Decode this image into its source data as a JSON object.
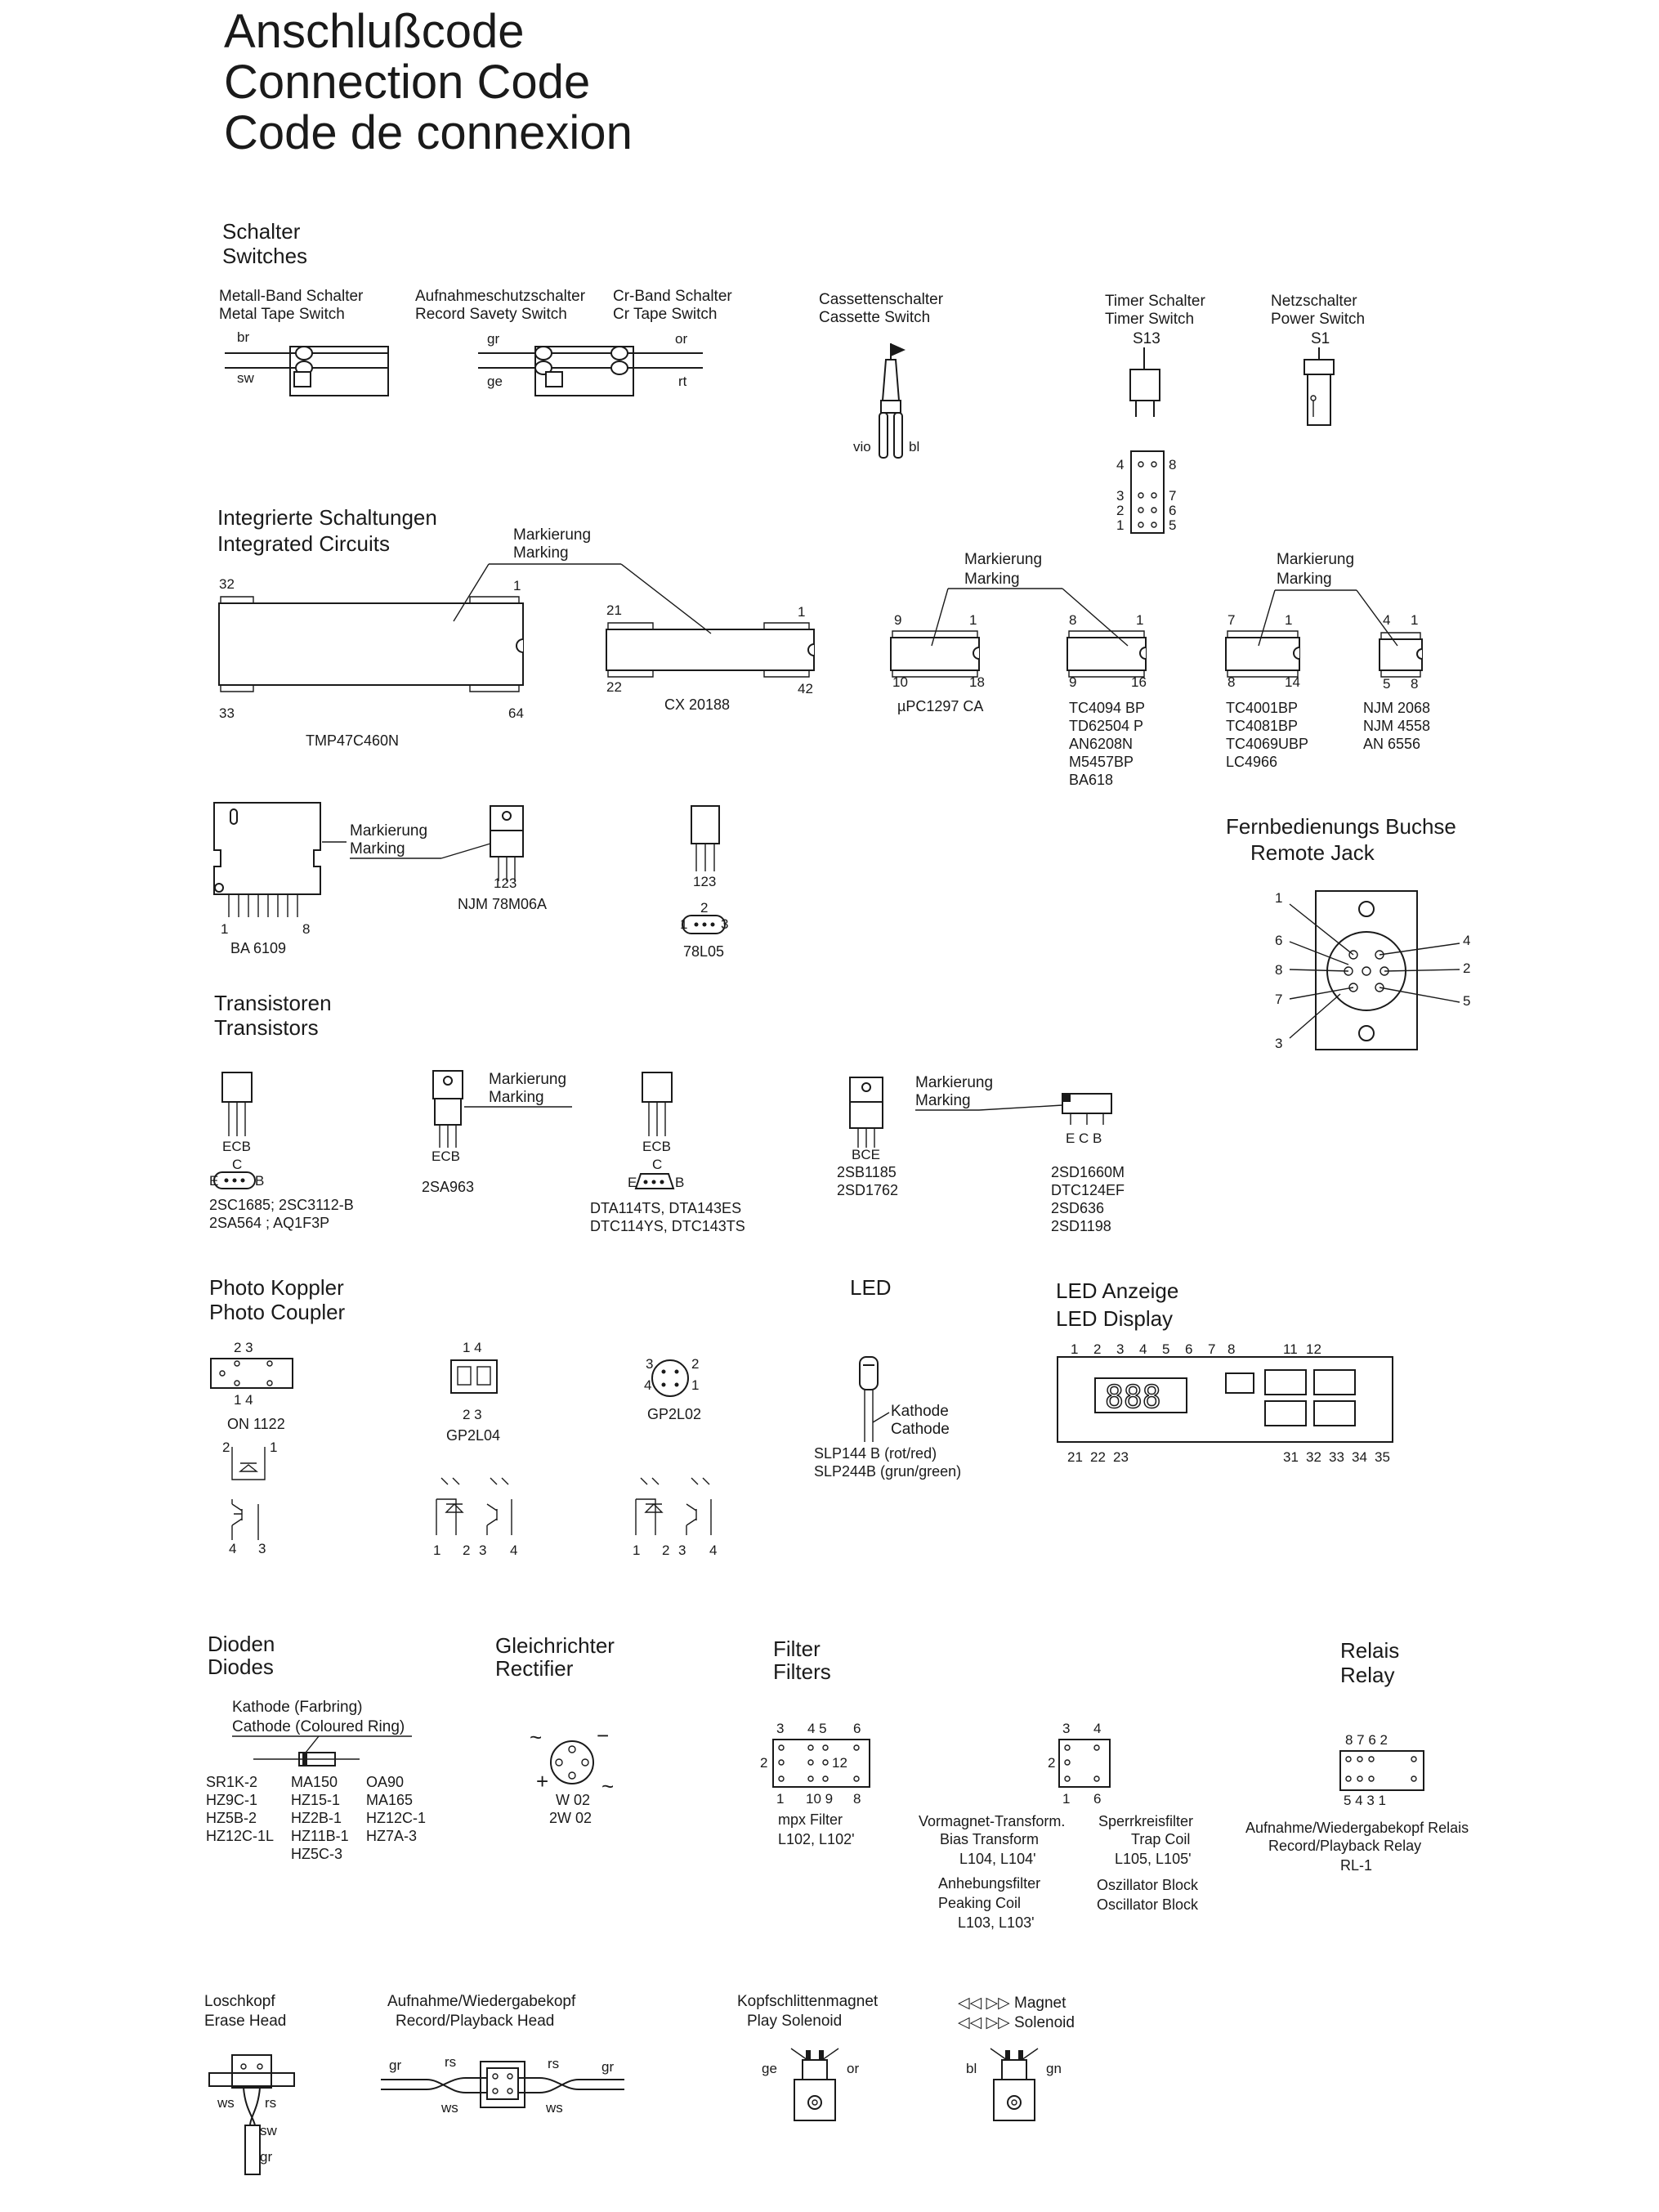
{
  "title": {
    "line1": "Anschlußcode",
    "line2": "Connection Code",
    "line3": "Code de connexion"
  },
  "switches": {
    "heading": [
      "Schalter",
      "Switches"
    ],
    "metal_tape": {
      "label": [
        "Metall-Band Schalter",
        "Metal Tape Switch"
      ],
      "wires": [
        "br",
        "sw"
      ]
    },
    "record_safety": {
      "label": [
        "Aufnahmeschutzschalter",
        "Record Savety Switch"
      ],
      "wires": [
        "gr",
        "ge"
      ]
    },
    "cr_tape": {
      "label": [
        "Cr-Band Schalter",
        "Cr Tape Switch"
      ],
      "wires": [
        "or",
        "rt"
      ]
    },
    "cassette": {
      "label": [
        "Cassettenschalter",
        "Cassette Switch"
      ],
      "wires": [
        "vio",
        "bl"
      ]
    },
    "timer": {
      "label": [
        "Timer Schalter",
        "Timer Switch"
      ],
      "ref": "S13",
      "pins_left": [
        "4",
        "3",
        "2",
        "1"
      ],
      "pins_right": [
        "8",
        "7",
        "6",
        "5"
      ]
    },
    "power": {
      "label": [
        "Netzschalter",
        "Power Switch"
      ],
      "ref": "S1"
    }
  },
  "ics": {
    "heading": [
      "Integrierte Schaltungen",
      "Integrated Circuits"
    ],
    "marking": [
      "Markierung",
      "Marking"
    ],
    "tmp": {
      "pins": [
        "32",
        "1",
        "33",
        "64"
      ],
      "part": "TMP47C460N"
    },
    "cx": {
      "pins": [
        "21",
        "1",
        "22",
        "42"
      ],
      "part": "CX 20188"
    },
    "upc": {
      "pins": [
        "9",
        "1",
        "10",
        "18"
      ],
      "part": "µPC1297 CA"
    },
    "tc16": {
      "pins": [
        "8",
        "1",
        "9",
        "16"
      ],
      "parts": [
        "TC4094 BP",
        "TD62504 P",
        "AN6208N",
        "M5457BP",
        "BA618"
      ]
    },
    "tc14": {
      "pins": [
        "7",
        "1",
        "8",
        "14"
      ],
      "parts": [
        "TC4001BP",
        "TC4081BP",
        "TC4069UBP",
        "LC4966"
      ]
    },
    "njm8": {
      "pins": [
        "4",
        "1",
        "5",
        "8"
      ],
      "parts": [
        "NJM 2068",
        "NJM 4558",
        "AN 6556"
      ]
    },
    "ba6109": {
      "pins": [
        "1",
        "8"
      ],
      "part": "BA 6109"
    },
    "njm78": {
      "pins": "123",
      "part": "NJM 78M06A"
    },
    "l7805": {
      "pins": "123",
      "bottom_pins": [
        "2",
        "1",
        "3"
      ],
      "part": "78L05"
    }
  },
  "remote": {
    "heading": [
      "Fernbedienungs Buchse",
      "Remote Jack"
    ],
    "pins": [
      "1",
      "6",
      "8",
      "7",
      "3",
      "4",
      "2",
      "5"
    ]
  },
  "transistors": {
    "heading": [
      "Transistoren",
      "Transistors"
    ],
    "t1": {
      "ecb": "ECB",
      "c": "C",
      "e": "E",
      "b": "B",
      "parts": [
        "2SC1685; 2SC3112-B",
        "2SA564 ; AQ1F3P"
      ]
    },
    "t2": {
      "ecb": "ECB",
      "part": "2SA963"
    },
    "t3": {
      "ecb": "ECB",
      "c": "C",
      "e": "E",
      "b": "B",
      "parts": [
        "DTA114TS, DTA143ES",
        "DTC114YS, DTC143TS"
      ]
    },
    "t4": {
      "bce": "BCE",
      "parts": [
        "2SB1185",
        "2SD1762"
      ]
    },
    "t5": {
      "ecb": "E C B",
      "parts": [
        "2SD1660M",
        "DTC124EF",
        "2SD636",
        "2SD1198"
      ]
    }
  },
  "photo": {
    "heading": [
      "Photo Koppler",
      "Photo Coupler"
    ],
    "on1122": {
      "top": "2  3",
      "bottom": "1  4",
      "part": "ON 1122",
      "sym_pins": [
        "2",
        "1",
        "4",
        "3"
      ]
    },
    "gp2l04": {
      "top": "1 4",
      "bottom": "2 3",
      "part": "GP2L04",
      "sym_pins": [
        "1",
        "2",
        "3",
        "4"
      ]
    },
    "gp2l02": {
      "pins": [
        "3",
        "2",
        "4",
        "1"
      ],
      "part": "GP2L02",
      "sym_pins": [
        "1",
        "2",
        "3",
        "4"
      ]
    }
  },
  "led": {
    "heading": "LED",
    "cathode": [
      "Kathode",
      "Cathode"
    ],
    "parts": [
      "SLP144 B (rot/red)",
      "SLP244B (grun/green)"
    ]
  },
  "led_display": {
    "heading": [
      "LED Anzeige",
      "LED Display"
    ],
    "top_pins": [
      "1",
      "2",
      "3",
      "4",
      "5",
      "6",
      "7",
      "8",
      "11",
      "12"
    ],
    "bottom_pins": [
      "21",
      "22",
      "23",
      "31",
      "32",
      "33",
      "34",
      "35"
    ]
  },
  "diodes": {
    "heading": [
      "Dioden",
      "Diodes"
    ],
    "cathode": [
      "Kathode (Farbring)",
      "Cathode (Coloured Ring)"
    ],
    "col1": [
      "SR1K-2",
      "HZ9C-1",
      "HZ5B-2",
      "HZ12C-1L"
    ],
    "col2": [
      "MA150",
      "HZ15-1",
      "HZ2B-1",
      "HZ11B-1",
      "HZ5C-3"
    ],
    "col3": [
      "OA90",
      "MA165",
      "HZ12C-1",
      "HZ7A-3"
    ]
  },
  "rectifier": {
    "heading": [
      "Gleichrichter",
      "Rectifier"
    ],
    "parts": [
      "W 02",
      "2W 02"
    ]
  },
  "filters": {
    "heading": [
      "Filter",
      "Filters"
    ],
    "mpx": {
      "top": [
        "3",
        "4 5",
        "6"
      ],
      "left": "2",
      "mid": "12",
      "bottom": [
        "1",
        "10 9",
        "8"
      ],
      "parts": [
        "mpx Filter",
        "L102, L102'"
      ]
    },
    "coil": {
      "top": [
        "3",
        "4"
      ],
      "left": "2",
      "bottom": [
        "1",
        "6"
      ]
    },
    "bias": [
      "Vormagnet-Transform.",
      "Bias Transform",
      "L104, L104'"
    ],
    "trap": [
      "Sperrkreisfilter",
      "Trap Coil",
      "L105, L105'"
    ],
    "peaking": [
      "Anhebungsfilter",
      "Peaking Coil",
      "L103, L103'"
    ],
    "osc": [
      "Oszillator Block",
      "Oscillator Block"
    ]
  },
  "relay": {
    "heading": [
      "Relais",
      "Relay"
    ],
    "top": "8 7 6    2",
    "bottom": "5 4 3    1",
    "parts": [
      "Aufnahme/Wiedergabekopf Relais",
      "Record/Playback Relay",
      "RL-1"
    ]
  },
  "heads": {
    "erase": {
      "label": [
        "Loschkopf",
        "Erase Head"
      ],
      "wires": [
        "ws",
        "rs",
        "sw",
        "gr"
      ]
    },
    "rec": {
      "label": [
        "Aufnahme/Wiedergabekopf",
        "Record/Playback Head"
      ],
      "wires": [
        "gr",
        "rs",
        "ws",
        "rs",
        "ws",
        "gr"
      ]
    },
    "solenoid": {
      "label": [
        "Kopfschlittenmagnet",
        "Play Solenoid"
      ],
      "wires": [
        "ge",
        "or"
      ]
    },
    "magnet": {
      "label": [
        "◁◁ ▷▷ Magnet",
        "◁◁ ▷▷ Solenoid"
      ],
      "wires": [
        "bl",
        "gn"
      ]
    }
  }
}
